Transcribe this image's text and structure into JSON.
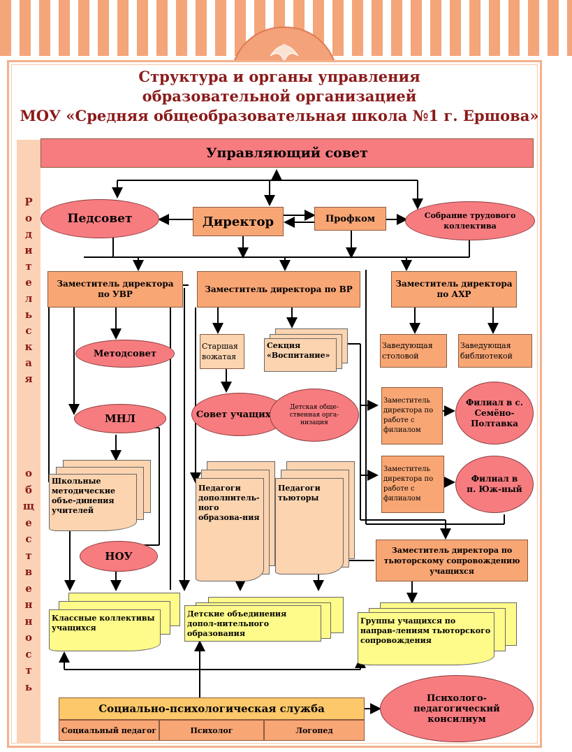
{
  "title": {
    "line1": "Структура и органы управления",
    "line2": "образовательной организацией",
    "line3": "МОУ «Средняя общеобразовательная школа №1 г. Ершова»"
  },
  "left_vertical": {
    "word1": [
      "Р",
      "о",
      "д",
      "и",
      "т",
      "е",
      "л",
      "ь",
      "с",
      "к",
      "а",
      "я"
    ],
    "word2": [
      "о",
      "б",
      "щ",
      "е",
      "с",
      "т",
      "в",
      "е",
      "н",
      "н",
      "о",
      "с",
      "т",
      "ь"
    ]
  },
  "nodes": {
    "council": "Управляющий совет",
    "pedsovet": "Педсовет",
    "director": "Директор",
    "profkom": "Профком",
    "labor_meeting": "Собрание трудового коллектива",
    "dep_uvr": "Заместитель директора по УВР",
    "dep_vr": "Заместитель директора по ВР",
    "dep_ahr": "Заместитель директора по АХР",
    "metodsovet": "Методсовет",
    "senior_counselor": "Старшая вожатая",
    "section": "Секция «Воспитание»",
    "canteen_head": "Заведующая столовой",
    "library_head": "Заведующая библиотекой",
    "mnl": "МНЛ",
    "student_council": "Совет учащихся",
    "children_org": "Детская обще-ственная орга-низация",
    "dep_branch1": "Заместитель директора по работе с филиалом",
    "branch1": "Филиал в с. Семёно-Полтавка",
    "dep_branch2": "Заместитель директора по работе с филиалом",
    "branch2": "Филиал в п. Юж-ный",
    "school_mo": "Школьные методические объе-динения учителей",
    "add_ed_teachers": "Педагоги дополнитель-ного образова-ния",
    "tutors": "Педагоги тьюторы",
    "nou": "НОУ",
    "dep_tutor": "Заместитель директора по тьюторскому сопровождению учащихся",
    "class_groups": "Классные коллективы учащихся",
    "children_assoc": "Детские объединения допол-нительного образования",
    "student_groups": "Группы учащихся по направ-лениям тьюторского сопровождения",
    "social_service": "Социально-психологическая служба",
    "social_pedagog": "Социальный педагог",
    "psychologist": "Психолог",
    "speech_therapist": "Логопед",
    "council_ppk": "Психолого-педагогический консилиум"
  },
  "colors": {
    "orange": "#f9a675",
    "pink": "#f77c80",
    "peach": "#fcd4b0",
    "yellow": "#fffb8a",
    "title": "#8b1a1a"
  }
}
